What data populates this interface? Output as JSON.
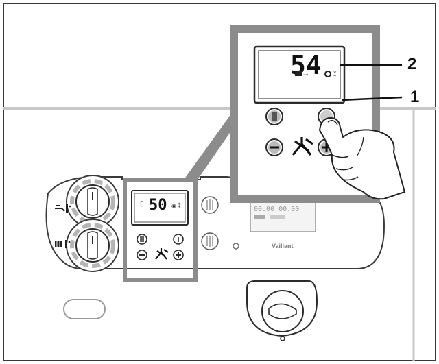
{
  "callouts": {
    "num_2": "2",
    "num_1": "1"
  },
  "zoomed_display": {
    "value_digit1": "5",
    "value_digit2": "4"
  },
  "small_display": {
    "value_digit1": "5",
    "value_digit2": "0"
  },
  "aux_display": {
    "row1": "00.00 00.00"
  },
  "brand_logo": "Vaillant",
  "icons": {
    "hot_water": "tap-icon",
    "heating": "radiator-icon",
    "mode": "mode-button-icon",
    "info": "info-button-icon",
    "minus": "minus-icon",
    "plus": "plus-icon",
    "service": "chimney-sweep-icon",
    "hand": "pointing-hand-icon"
  },
  "colors": {
    "outline": "#2b2b2b",
    "zoom_frame": "#8c8c8c",
    "panel_line": "#b5b5b5",
    "background": "#ffffff"
  }
}
